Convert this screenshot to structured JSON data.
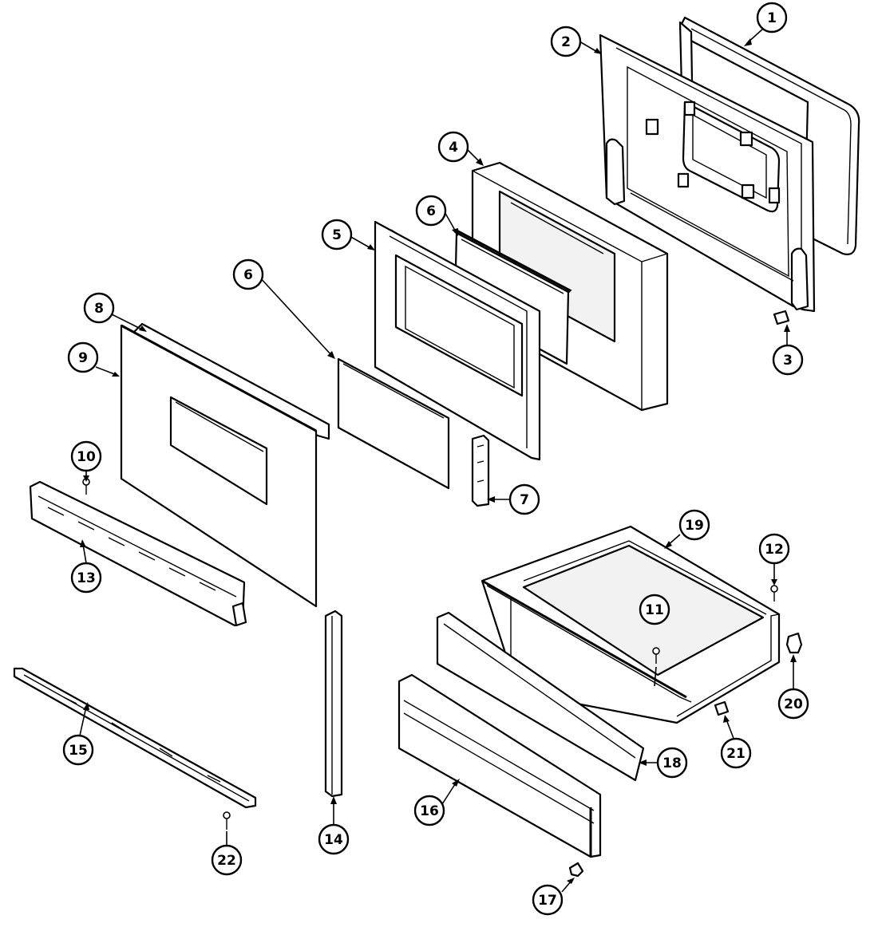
{
  "callouts": [
    {
      "id": "c1",
      "label": "1"
    },
    {
      "id": "c2",
      "label": "2"
    },
    {
      "id": "c3",
      "label": "3"
    },
    {
      "id": "c4",
      "label": "4"
    },
    {
      "id": "c5",
      "label": "5"
    },
    {
      "id": "c6a",
      "label": "6"
    },
    {
      "id": "c6b",
      "label": "6"
    },
    {
      "id": "c7",
      "label": "7"
    },
    {
      "id": "c8",
      "label": "8"
    },
    {
      "id": "c9",
      "label": "9"
    },
    {
      "id": "c10",
      "label": "10"
    },
    {
      "id": "c11",
      "label": "11"
    },
    {
      "id": "c12",
      "label": "12"
    },
    {
      "id": "c13",
      "label": "13"
    },
    {
      "id": "c14",
      "label": "14"
    },
    {
      "id": "c15",
      "label": "15"
    },
    {
      "id": "c16",
      "label": "16"
    },
    {
      "id": "c17",
      "label": "17"
    },
    {
      "id": "c18",
      "label": "18"
    },
    {
      "id": "c19",
      "label": "19"
    },
    {
      "id": "c20",
      "label": "20"
    },
    {
      "id": "c21",
      "label": "21"
    },
    {
      "id": "c22",
      "label": "22"
    }
  ]
}
